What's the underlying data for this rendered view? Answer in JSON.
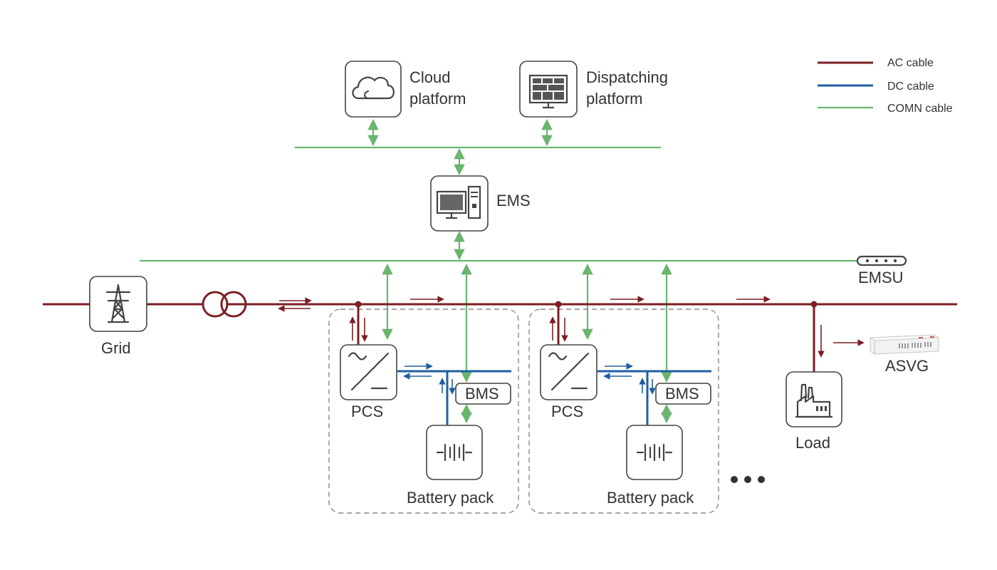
{
  "colors": {
    "ac": "#7b1f24",
    "dc": "#1f5fa0",
    "comm": "#6ab56f",
    "box_stroke": "#444444",
    "dash": "#888888"
  },
  "legend": {
    "items": [
      {
        "label": "AC cable",
        "color_key": "ac"
      },
      {
        "label": "DC cable",
        "color_key": "dc"
      },
      {
        "label": "COMN cable",
        "color_key": "comm"
      }
    ]
  },
  "nodes": {
    "cloud": {
      "line1": "Cloud",
      "line2": "platform",
      "icon": "cloud-icon"
    },
    "dispatch": {
      "line1": "Dispatching",
      "line2": "platform",
      "icon": "monitor-icon"
    },
    "ems": {
      "label": "EMS",
      "icon": "computer-icon"
    },
    "emsu": {
      "label": "EMSU",
      "icon": "emsu-device-icon"
    },
    "grid": {
      "label": "Grid",
      "icon": "transmission-tower-icon"
    },
    "transformer": {
      "icon": "transformer-icon"
    },
    "asvg": {
      "label": "ASVG",
      "icon": "asvg-cabinet-icon"
    },
    "load": {
      "label": "Load",
      "icon": "factory-icon"
    },
    "units": [
      {
        "pcs": "PCS",
        "bms": "BMS",
        "battery": "Battery pack"
      },
      {
        "pcs": "PCS",
        "bms": "BMS",
        "battery": "Battery pack"
      }
    ],
    "more": "more-units-ellipsis"
  }
}
